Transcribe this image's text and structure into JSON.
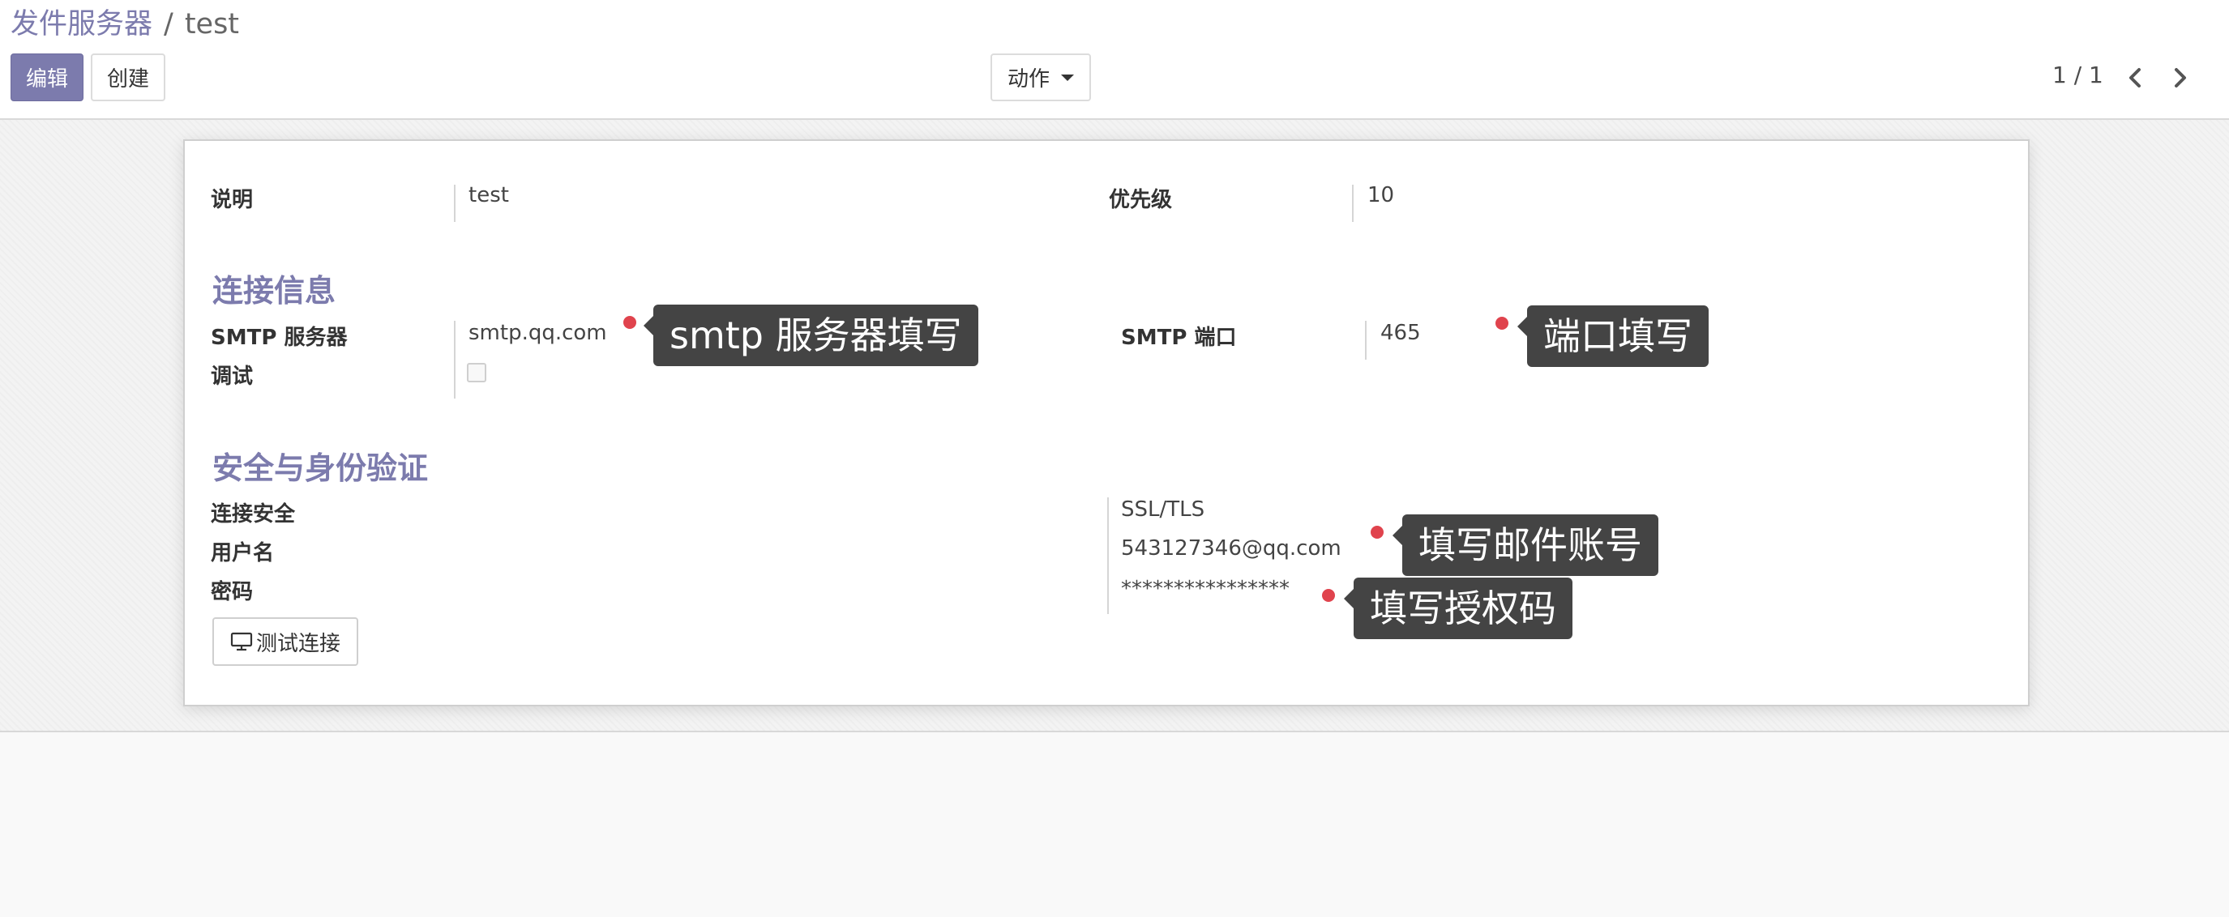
{
  "breadcrumb": {
    "parent": "发件服务器",
    "separator": "/",
    "current": "test"
  },
  "toolbar": {
    "edit_label": "编辑",
    "create_label": "创建",
    "action_label": "动作"
  },
  "pager": {
    "value": "1 / 1"
  },
  "form": {
    "description_label": "说明",
    "description_value": "test",
    "priority_label": "优先级",
    "priority_value": "10",
    "connection_section_title": "连接信息",
    "smtp_server_label": "SMTP 服务器",
    "smtp_server_value": "smtp.qq.com",
    "debug_label": "调试",
    "debug_checked": false,
    "smtp_port_label": "SMTP 端口",
    "smtp_port_value": "465",
    "security_section_title": "安全与身份验证",
    "connection_security_label": "连接安全",
    "connection_security_value": "SSL/TLS",
    "username_label": "用户名",
    "username_value": "543127346@qq.com",
    "password_label": "密码",
    "password_value": "****************",
    "test_connection_label": "测试连接"
  },
  "annotations": {
    "smtp_server_note": "smtp 服务器填写",
    "port_note": "端口填写",
    "account_note": "填写邮件账号",
    "auth_code_note": "填写授权码"
  },
  "colors": {
    "brand": "#7c7bad",
    "annotation_bg": "#444444",
    "annotation_dot": "#e0434d"
  },
  "icons": {
    "pager_prev": "chevron-left-icon",
    "pager_next": "chevron-right-icon",
    "test_connection": "desktop-icon",
    "action_dropdown": "caret-down-icon"
  }
}
